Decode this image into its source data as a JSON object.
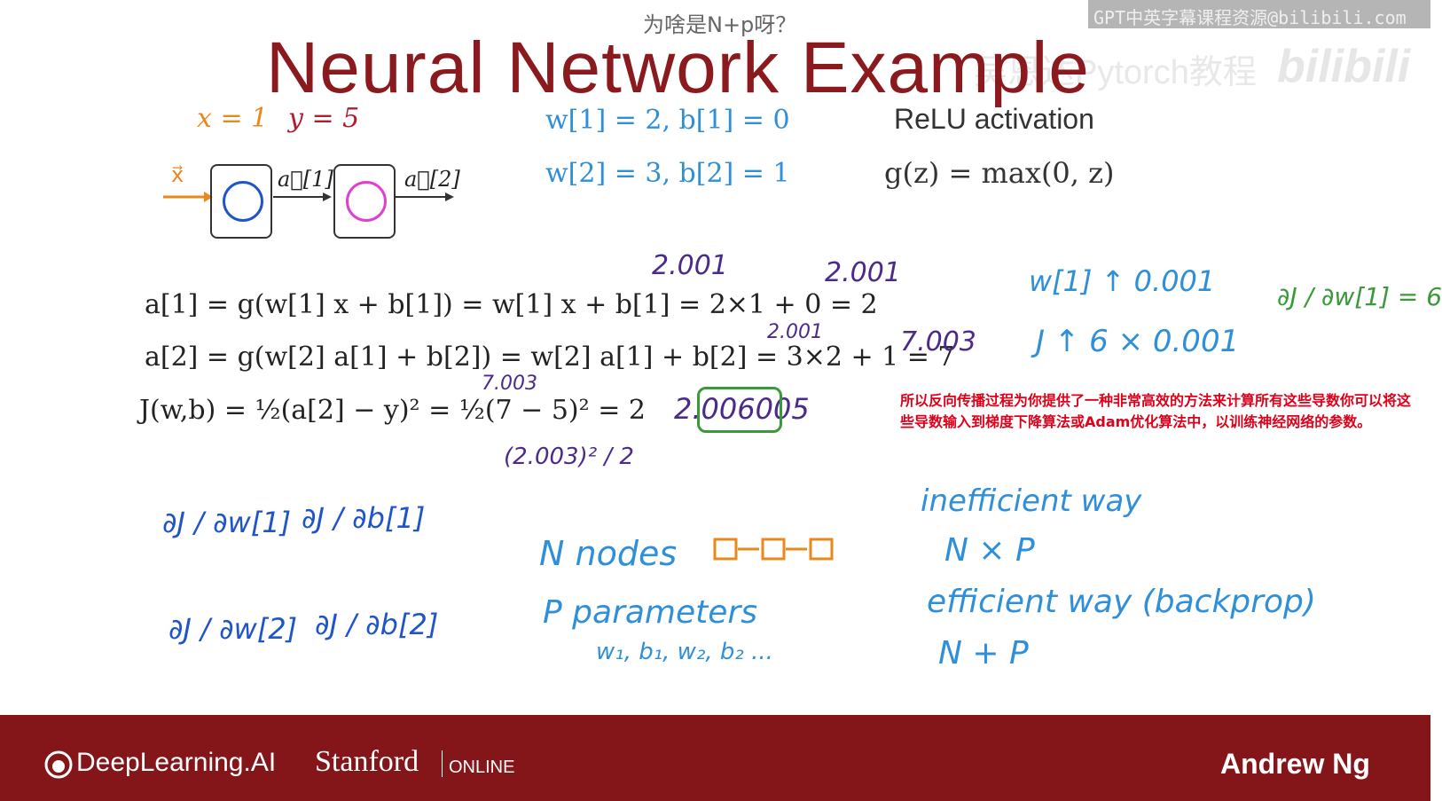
{
  "player": {
    "subtitle_top": "为啥是N+p呀？",
    "watermark_text": "GPT中英字幕课程资源@bilibili.com",
    "watermark_channel": "吴恩达Pytorch教程",
    "watermark_logo": "bilibili",
    "chinese_caption": "所以反向传播过程为你提供了一种非常高效的方法来计算所有这些导数你可以将这些导数输入到梯度下降算法或Adam优化算法中，以训练神经网络的参数。"
  },
  "slide": {
    "title": "Neural Network Example",
    "x_eq": "x = 1",
    "y_eq": "y = 5",
    "w1_eq": "w[1] = 2, b[1] = 0",
    "w2_eq": "w[2] = 3, b[2] = 1",
    "relu_label": "ReLU activation",
    "g_eq": "g(z) = max(0, z)",
    "x_vec": "x⃗",
    "a1_vec": "a⃗[1]",
    "a2_vec": "a⃗[2]",
    "eq_a1": "a[1] = g(w[1] x + b[1]) = w[1] x + b[1] = 2×1 + 0 = 2",
    "eq_a2": "a[2] = g(w[2] a[1] + b[2]) = w[2] a[1] + b[2] = 3×2 + 1 = 7",
    "eq_J": "J(w,b) = ½(a[2] − y)² = ½(7 − 5)² = 2",
    "hw_2001_a": "2.001",
    "hw_2001_b": "2.001",
    "hw_2001_c": "2.001",
    "hw_7003_a": "7.003",
    "hw_7003_b": "7.003",
    "hw_J_new": "2.006005",
    "hw_frac": "(2.003)² / 2",
    "hw_w_up": "w[1] ↑ 0.001",
    "hw_J_up": "J ↑ 6 × 0.001",
    "hw_dJdw": "∂J / ∂w[1] = 6",
    "d1": "∂J / ∂w[1]",
    "d2": "∂J / ∂b[1]",
    "d3": "∂J / ∂w[2]",
    "d4": "∂J / ∂b[2]",
    "n_nodes": "N nodes",
    "p_params": "P parameters",
    "params_list": "w₁, b₁, w₂, b₂ ...",
    "inefficient": "inefficient way",
    "nxp": "N × P",
    "efficient": "efficient way (backprop)",
    "npp": "N + P"
  },
  "footer": {
    "deeplearning": "DeepLearning.AI",
    "stanford": "Stanford",
    "online": "ONLINE",
    "author": "Andrew Ng"
  },
  "colors": {
    "title": "#8b1a1f",
    "footer": "#841619",
    "orange": "#e8891e",
    "blue": "#2f8fd8",
    "purple": "#4b2a8c",
    "green": "#3a9a3a",
    "magenta": "#e040d0"
  }
}
